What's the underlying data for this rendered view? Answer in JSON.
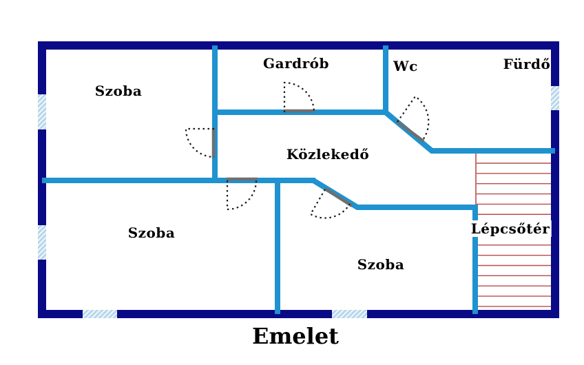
{
  "title": "Emelet",
  "floor_plan": {
    "rooms": [
      {
        "id": "szoba-top-left",
        "label": "Szoba"
      },
      {
        "id": "gardrob",
        "label": "Gardrób"
      },
      {
        "id": "wc",
        "label": "Wc"
      },
      {
        "id": "furdo",
        "label": "Fürdő"
      },
      {
        "id": "kozlekedo",
        "label": "Közlekedő"
      },
      {
        "id": "szoba-bottom-left",
        "label": "Szoba"
      },
      {
        "id": "szoba-bottom-middle",
        "label": "Szoba"
      },
      {
        "id": "lepcsoter",
        "label": "Lépcsőtér"
      }
    ],
    "stairs": {
      "tread_count": 15
    },
    "windows_count": 5,
    "doors_count": 5,
    "colors": {
      "outer_wall": "#0a0a87",
      "inner_wall": "#1f92cf",
      "window_fill": "#b9d7ec",
      "window_stripe": "#ffffff",
      "stair_red": "#b94c4a",
      "door_threshold": "#6f6f6f",
      "door_arc": "#1a1a1a",
      "label_text": "#000000",
      "background": "#ffffff"
    }
  }
}
